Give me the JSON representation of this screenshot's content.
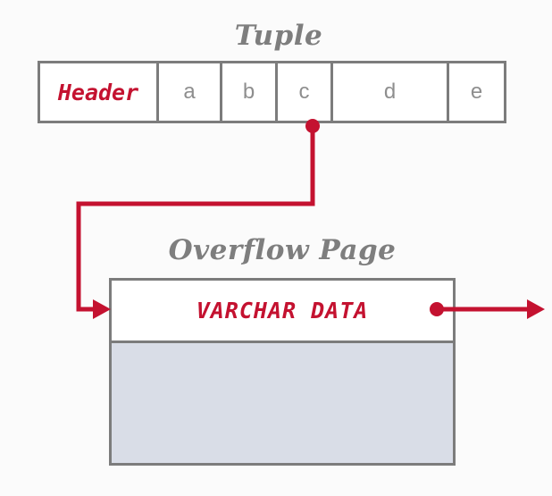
{
  "colors": {
    "accent": "#C41230",
    "border_gray": "#7C7C7C",
    "title_gray": "#7E7E7E",
    "attr_gray": "#8E8E8E",
    "page_fill": "#D9DDE7"
  },
  "tuple": {
    "title": "Tuple",
    "cells": [
      {
        "label": "Header",
        "type": "header"
      },
      {
        "label": "a",
        "type": "attribute"
      },
      {
        "label": "b",
        "type": "attribute"
      },
      {
        "label": "c",
        "type": "attribute"
      },
      {
        "label": "d",
        "type": "attribute"
      },
      {
        "label": "e",
        "type": "attribute"
      }
    ]
  },
  "overflow_page": {
    "title": "Overflow Page",
    "content_label": "VARCHAR DATA"
  }
}
